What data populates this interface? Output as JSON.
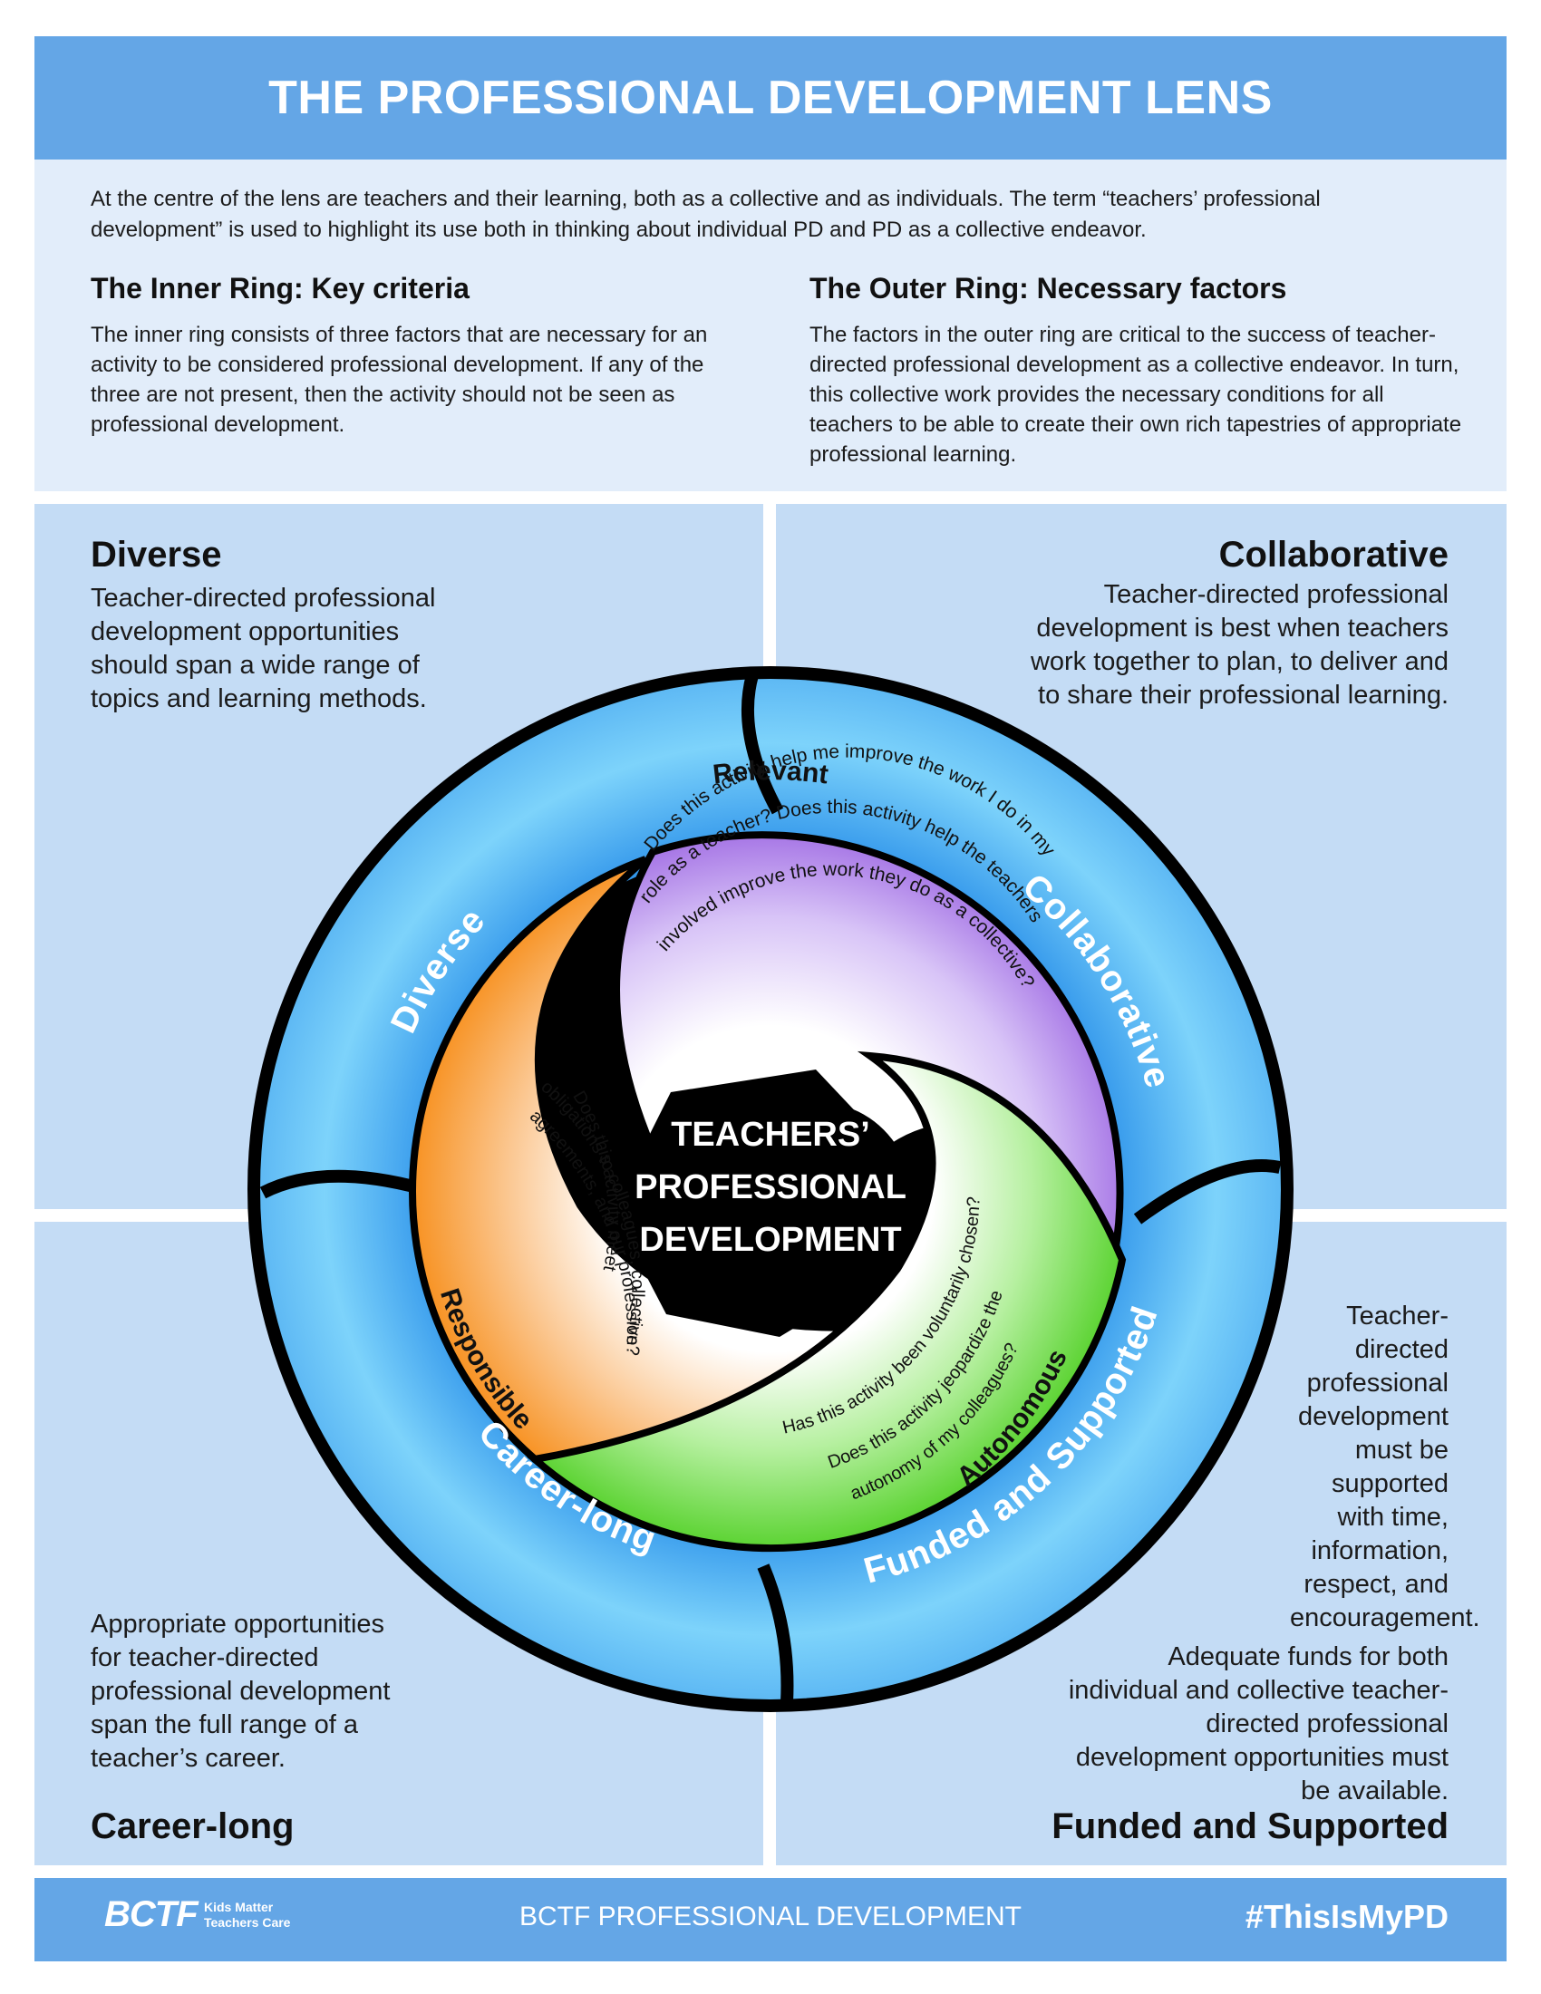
{
  "title": "THE PROFESSIONAL DEVELOPMENT LENS",
  "intro": {
    "paragraph": "At the centre of the lens are teachers and their learning, both as a collective and as individuals. The term “teachers’ professional development” is used to highlight its use both in thinking about individual PD and PD as a collective endeavor.",
    "inner_ring": {
      "heading": "The Inner Ring: Key criteria",
      "text": "The inner ring consists of three factors that are necessary for an activity to be considered professional development. If any of the three are not present, then the activity should not be seen as professional development."
    },
    "outer_ring": {
      "heading": "The Outer Ring: Necessary factors",
      "text": "The factors in the outer ring are critical to the success of teacher-directed professional development as a collective endeavor. In turn, this collective work provides the necessary conditions for all teachers to be able to create their own rich tapestries of appropriate professional learning."
    }
  },
  "corners": {
    "diverse": {
      "title": "Diverse",
      "text": "Teacher-directed professional development opportunities should span a wide range of topics and learning methods."
    },
    "collaborative": {
      "title": "Collaborative",
      "text": "Teacher-directed professional development is best when teachers work together to plan, to deliver and to share their professional learning."
    },
    "career_long": {
      "title": "Career-long",
      "text": "Appropriate opportunities for teacher-directed professional development span the full range of a teacher’s career."
    },
    "funded": {
      "title": "Funded and Supported",
      "text1": "Teacher-directed professional development must be supported with time, information, respect, and encouragement.",
      "text2": "Adequate funds for both individual and collective teacher-directed professional development opportunities must be available."
    }
  },
  "diagram": {
    "outer_ring": {
      "diverse": "Diverse",
      "collaborative": "Collaborative",
      "career_long": "Career-long",
      "funded": "Funded and Supported"
    },
    "inner_ring": {
      "relevant": {
        "label": "Relevant",
        "q1": "Does this activity help me improve the work I do in my",
        "q2": "role as a teacher? Does this activity help the teachers",
        "q3": "involved improve the work they do as a collective?"
      },
      "responsible": {
        "label": "Responsible",
        "q1": "Does this activity meet",
        "q2": "obligations to colleagues, collective",
        "q3": "agreements, and our profession?"
      },
      "autonomous": {
        "label": "Autonomous",
        "q1": "Has this activity been voluntarily chosen?",
        "q2": "Does this activity jeopardize the",
        "q3": "autonomy of my colleagues?"
      }
    },
    "center": {
      "line1": "TEACHERS’",
      "line2": "PROFESSIONAL",
      "line3": "DEVELOPMENT"
    },
    "colors": {
      "outer_blue": "#48a6ef",
      "relevant": "#a26fe4",
      "responsible": "#f7901e",
      "autonomous": "#58d22e",
      "center": "#000000"
    }
  },
  "footer": {
    "logo": "BCTF",
    "logo_tag1": "Kids Matter",
    "logo_tag2": "Teachers Care",
    "center": "BCTF PROFESSIONAL DEVELOPMENT",
    "hashtag": "#ThisIsMyPD"
  }
}
